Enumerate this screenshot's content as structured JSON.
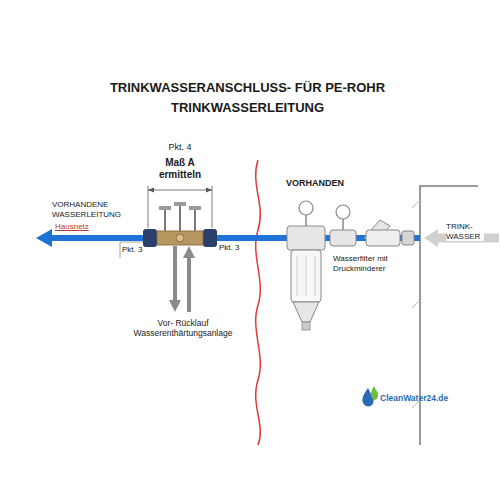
{
  "diagram": {
    "title": "TRINKWASSERANSCHLUSS- FÜR PE-ROHR TRINKWASSERLEITUNG",
    "labels": [
      "Pkt. 4",
      "Maß A ermitteln",
      "VORHANDENE WASSERLEITUNG",
      "Hausnetz",
      "Pkt. 3",
      "Pkt. 3",
      "Vor- Rücklauf Wasserenthärtungsanlage",
      "VORHANDEN",
      "Wasserfilter mit Druckminderer",
      "TRINK- WASSER",
      "CleanWater24.de"
    ]
  }
}
